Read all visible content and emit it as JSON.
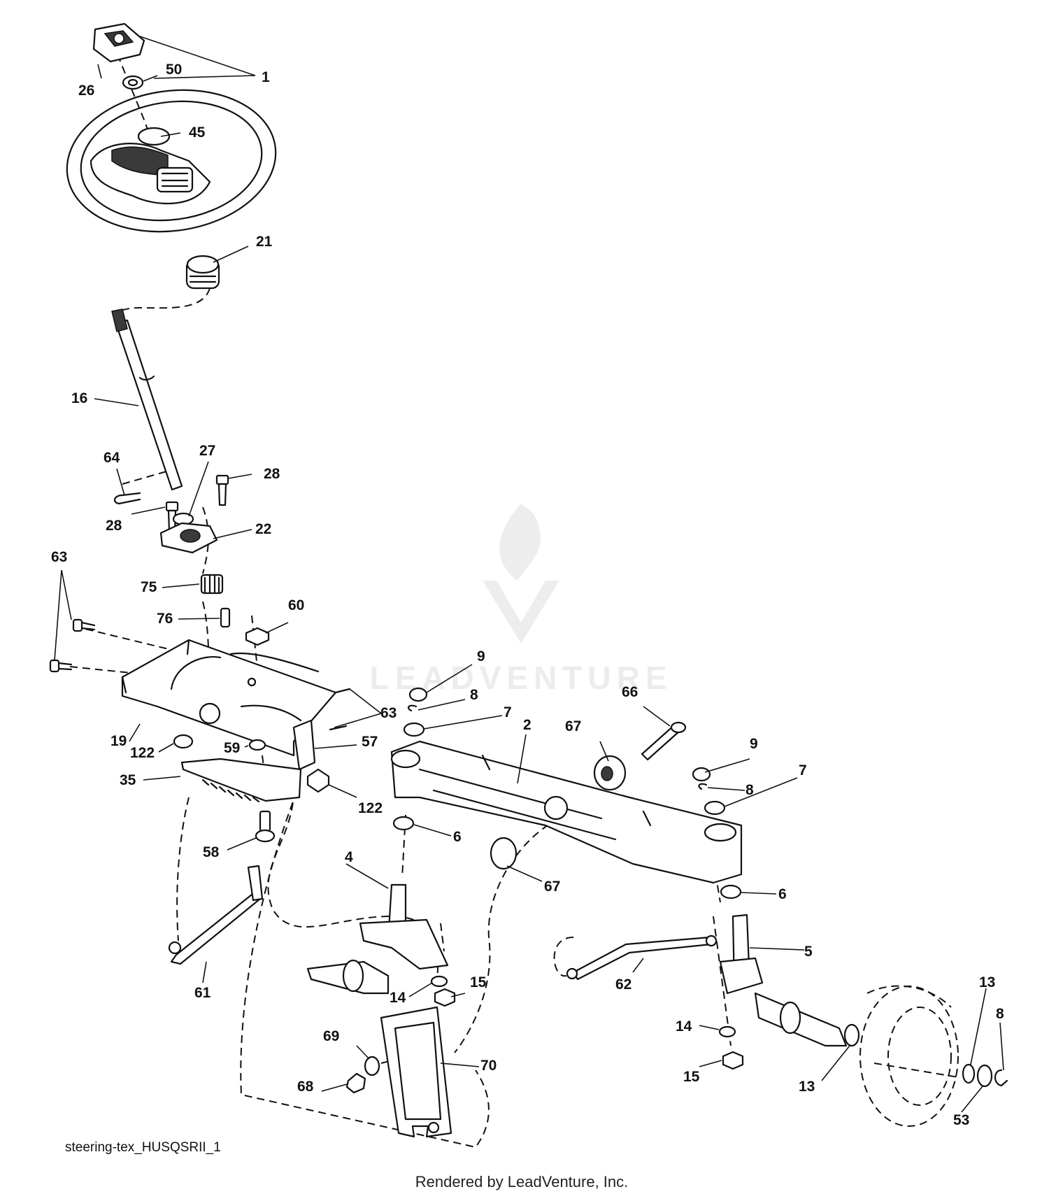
{
  "caption": "steering-tex_HUSQSRII_1",
  "footer": "Rendered by LeadVenture, Inc.",
  "watermark": "LEADVENTURE",
  "labels": [
    {
      "id": "1",
      "text": "1"
    },
    {
      "id": "26",
      "text": "26"
    },
    {
      "id": "50",
      "text": "50"
    },
    {
      "id": "45",
      "text": "45"
    },
    {
      "id": "21",
      "text": "21"
    },
    {
      "id": "16",
      "text": "16"
    },
    {
      "id": "64",
      "text": "64"
    },
    {
      "id": "27",
      "text": "27"
    },
    {
      "id": "28a",
      "text": "28"
    },
    {
      "id": "28b",
      "text": "28"
    },
    {
      "id": "22",
      "text": "22"
    },
    {
      "id": "63a",
      "text": "63"
    },
    {
      "id": "75",
      "text": "75"
    },
    {
      "id": "76",
      "text": "76"
    },
    {
      "id": "60",
      "text": "60"
    },
    {
      "id": "9a",
      "text": "9"
    },
    {
      "id": "8a",
      "text": "8"
    },
    {
      "id": "63b",
      "text": "63"
    },
    {
      "id": "7a",
      "text": "7"
    },
    {
      "id": "66",
      "text": "66"
    },
    {
      "id": "2",
      "text": "2"
    },
    {
      "id": "67a",
      "text": "67"
    },
    {
      "id": "9b",
      "text": "9"
    },
    {
      "id": "8b",
      "text": "8"
    },
    {
      "id": "7b",
      "text": "7"
    },
    {
      "id": "19",
      "text": "19"
    },
    {
      "id": "122a",
      "text": "122"
    },
    {
      "id": "59",
      "text": "59"
    },
    {
      "id": "57",
      "text": "57"
    },
    {
      "id": "35",
      "text": "35"
    },
    {
      "id": "122b",
      "text": "122"
    },
    {
      "id": "6a",
      "text": "6"
    },
    {
      "id": "58",
      "text": "58"
    },
    {
      "id": "4",
      "text": "4"
    },
    {
      "id": "67b",
      "text": "67"
    },
    {
      "id": "6b",
      "text": "6"
    },
    {
      "id": "5",
      "text": "5"
    },
    {
      "id": "61",
      "text": "61"
    },
    {
      "id": "62",
      "text": "62"
    },
    {
      "id": "14a",
      "text": "14"
    },
    {
      "id": "15a",
      "text": "15"
    },
    {
      "id": "13a",
      "text": "13"
    },
    {
      "id": "8c",
      "text": "8"
    },
    {
      "id": "14b",
      "text": "14"
    },
    {
      "id": "69",
      "text": "69"
    },
    {
      "id": "70",
      "text": "70"
    },
    {
      "id": "68",
      "text": "68"
    },
    {
      "id": "15b",
      "text": "15"
    },
    {
      "id": "13b",
      "text": "13"
    },
    {
      "id": "53",
      "text": "53"
    }
  ]
}
